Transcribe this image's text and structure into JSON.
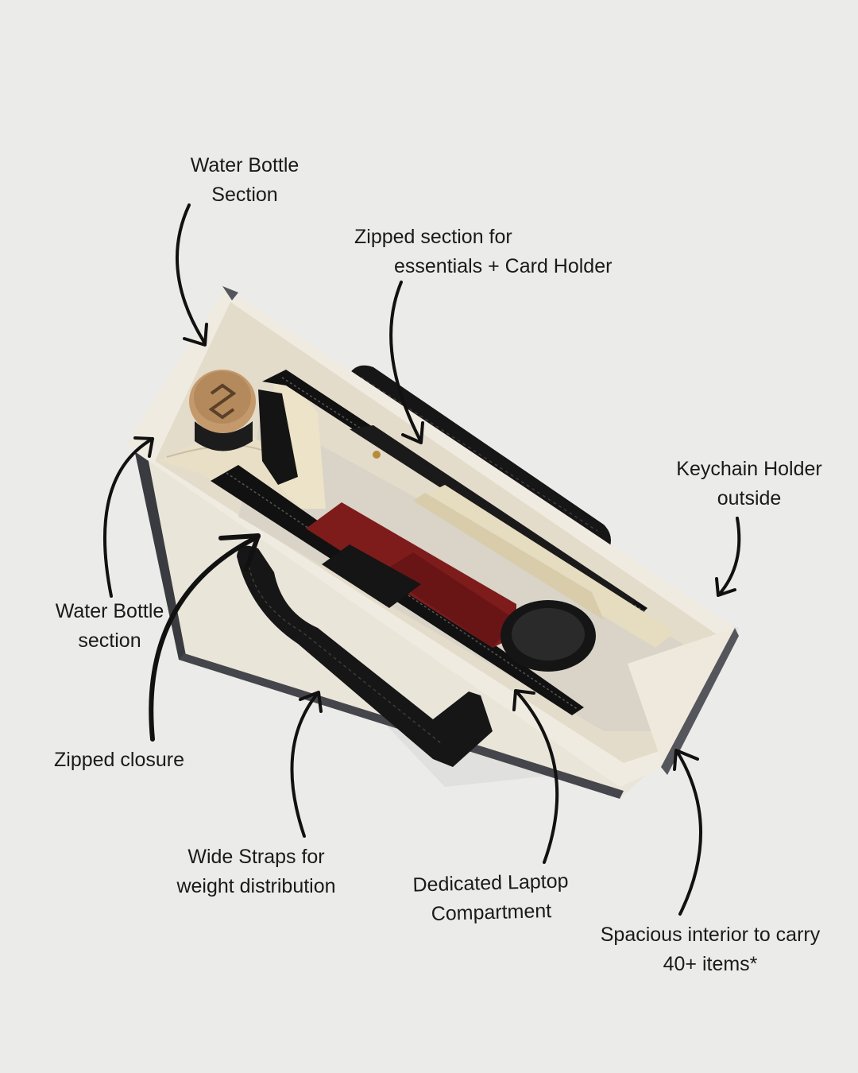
{
  "colors": {
    "background": "#ebebea",
    "text": "#1a1a1a",
    "canvas": "#ece7da",
    "lining": "#e6ddc8",
    "leather": "#151515",
    "cork": "#c49a6c",
    "red": "#7e1c1c"
  },
  "labels": {
    "water_bottle_section_top": {
      "line1": "Water Bottle",
      "line2": "Section"
    },
    "zipped_section": {
      "line1": "Zipped section for",
      "line2": "essentials  + Card Holder"
    },
    "keychain_holder": {
      "line1": "Keychain Holder",
      "line2": "outside"
    },
    "water_bottle_section_left": {
      "line1": "Water Bottle",
      "line2": "section"
    },
    "zipped_closure": {
      "line1": "Zipped closure"
    },
    "wide_straps": {
      "line1": "Wide Straps for",
      "line2": "weight distribution"
    },
    "laptop_compartment": {
      "line1": "Dedicated Laptop",
      "line2": "Compartment"
    },
    "spacious_interior": {
      "line1": "Spacious interior to carry",
      "line2": "40+ items*"
    }
  },
  "icons": {
    "arrow": "curved-arrow-icon",
    "cork_logo": "brand-logo-icon"
  }
}
